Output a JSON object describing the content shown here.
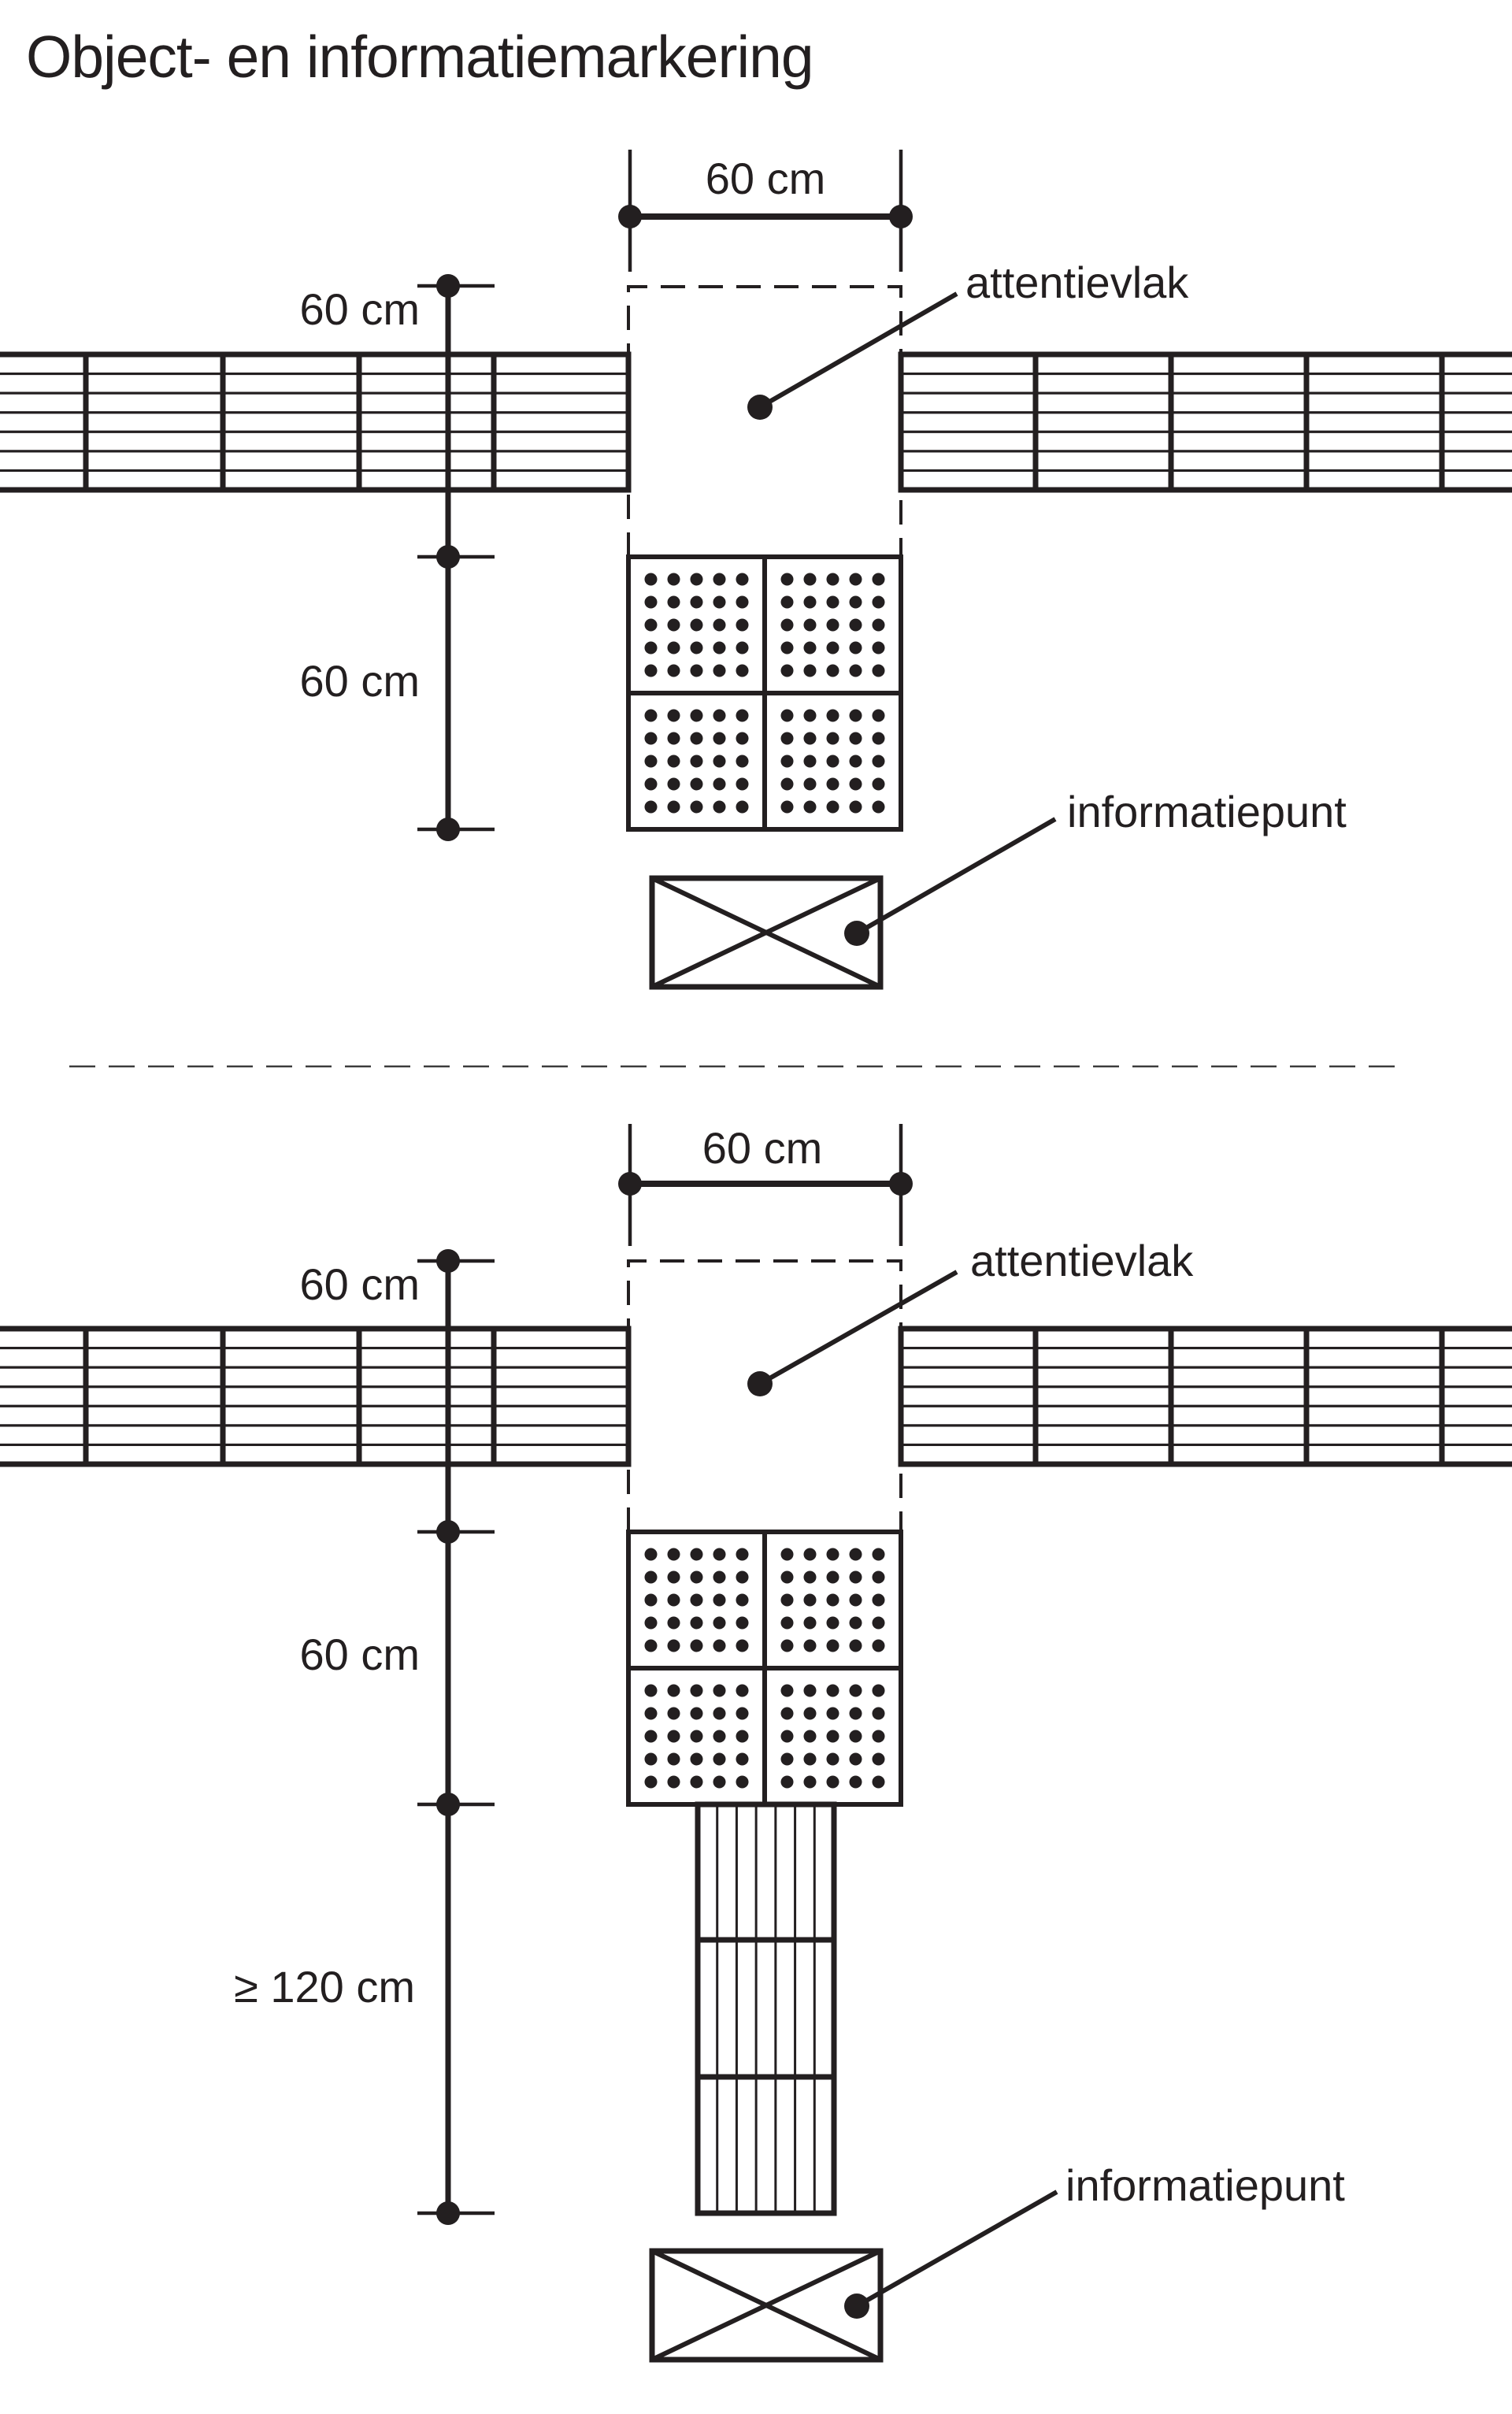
{
  "title": "Object- en informatiemarkering",
  "colors": {
    "ink": "#231f20",
    "divider": "#3c3c3c",
    "background": "#ffffff"
  },
  "top_diagram": {
    "dim_width_label": "60 cm",
    "dim_upper_label": "60 cm",
    "dim_lower_label": "60 cm",
    "attention_label": "attentievlak",
    "info_label": "informatiepunt"
  },
  "bottom_diagram": {
    "dim_width_label": "60 cm",
    "dim_upper_label": "60 cm",
    "dim_middle_label": "60 cm",
    "dim_lower_label": "≥ 120 cm",
    "attention_label": "attentievlak",
    "info_label": "informatiepunt"
  }
}
